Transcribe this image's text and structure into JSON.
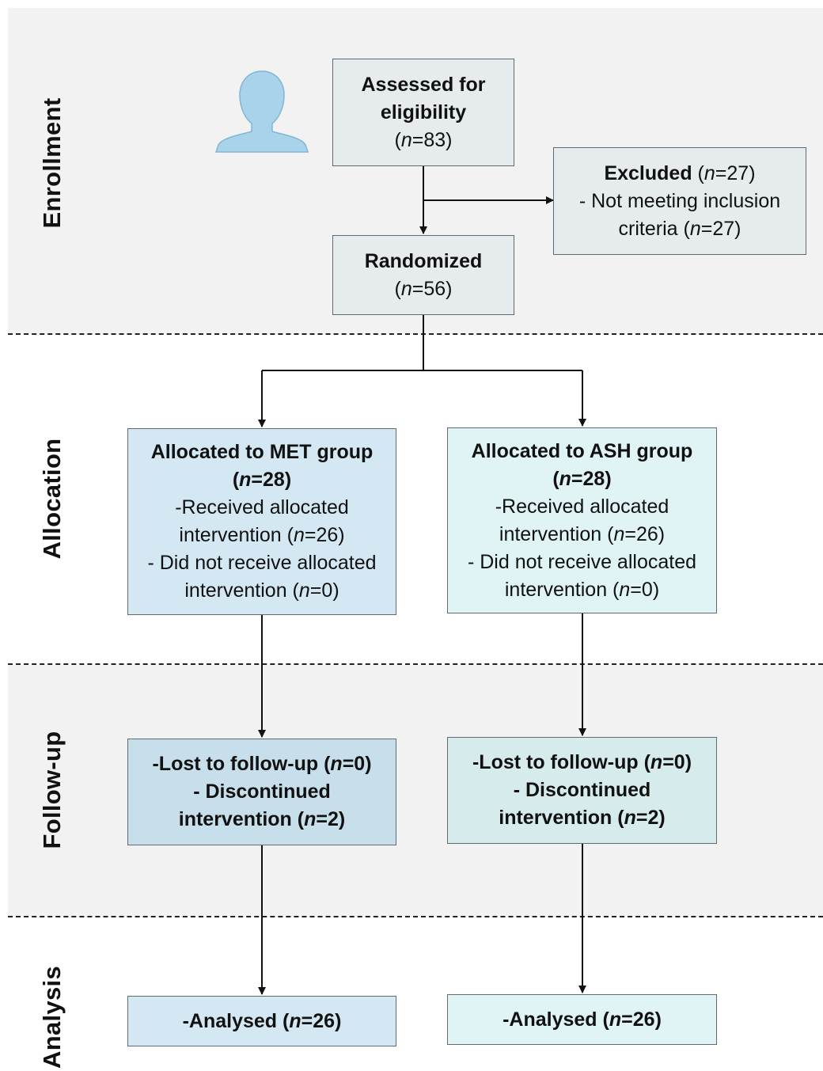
{
  "phases": {
    "enrollment": "Enrollment",
    "allocation": "Allocation",
    "follow_up": "Follow-up",
    "analysis": "Analysis"
  },
  "icons": {
    "participant": "person-silhouette-icon"
  },
  "colors": {
    "phase_band": "#f2f2f2",
    "neutral_box": "#e6ebee",
    "met_box": "#d3e8f3",
    "ash_box": "#e0f4f6",
    "icon": "#a9d3ea"
  },
  "assessed": {
    "line1": "Assessed for",
    "line2": "eligibility",
    "n_italic": "n",
    "n_value": "=83"
  },
  "excluded": {
    "title": "Excluded",
    "n_italic": "n",
    "n_value": "=27",
    "reason_line1": "- Not meeting inclusion",
    "reason_line2": "criteria",
    "reason_n_italic": "n",
    "reason_n_value": "=27"
  },
  "randomized": {
    "title": "Randomized",
    "n_italic": "n",
    "n_value": "=56"
  },
  "met_allocation": {
    "title": "Allocated to MET group",
    "n_italic": "n",
    "n_value": "=28",
    "received_line1": "-Received allocated",
    "received_line2": "intervention",
    "received_n_italic": "n",
    "received_n_value": "=26",
    "not_received_line1": "- Did not receive allocated",
    "not_received_line2": "intervention",
    "not_received_n_italic": "n",
    "not_received_n_value": "=0"
  },
  "ash_allocation": {
    "title": "Allocated to ASH group",
    "n_italic": "n",
    "n_value": "=28",
    "received_line1": "-Received allocated",
    "received_line2": "intervention",
    "received_n_italic": "n",
    "received_n_value": "=26",
    "not_received_line1": "- Did not receive allocated",
    "not_received_line2": "intervention",
    "not_received_n_italic": "n",
    "not_received_n_value": "=0"
  },
  "met_followup": {
    "lost_label": "-Lost to follow-up",
    "lost_n_italic": "n",
    "lost_n_value": "=0",
    "disc_line1": "- Discontinued",
    "disc_line2": "intervention",
    "disc_n_italic": "n",
    "disc_n_value": "=2"
  },
  "ash_followup": {
    "lost_label": "-Lost to follow-up",
    "lost_n_italic": "n",
    "lost_n_value": "=0",
    "disc_line1": "- Discontinued",
    "disc_line2": "intervention",
    "disc_n_italic": "n",
    "disc_n_value": "=2"
  },
  "met_analysis": {
    "label": "-Analysed",
    "n_italic": "n",
    "n_value": "=26"
  },
  "ash_analysis": {
    "label": "-Analysed",
    "n_italic": "n",
    "n_value": "=26"
  }
}
